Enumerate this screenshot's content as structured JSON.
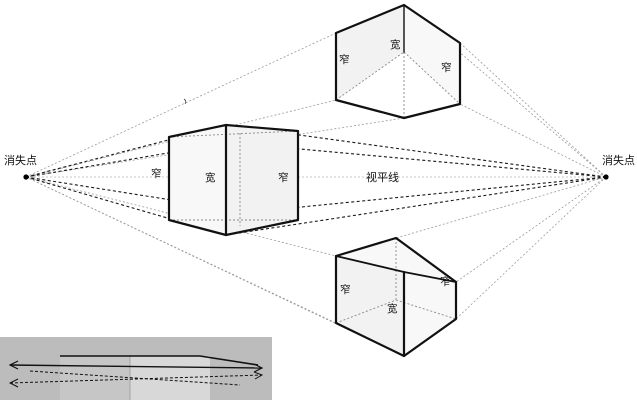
{
  "labels": {
    "vanishing_point_left": "消失点",
    "vanishing_point_right": "消失点",
    "horizon": "视平线",
    "wide": "宽",
    "narrow": "窄"
  },
  "colors": {
    "edge": "#111111",
    "guide": "#9a9a9a",
    "background": "#ffffff",
    "photo_bg": "#bdbdbd"
  }
}
